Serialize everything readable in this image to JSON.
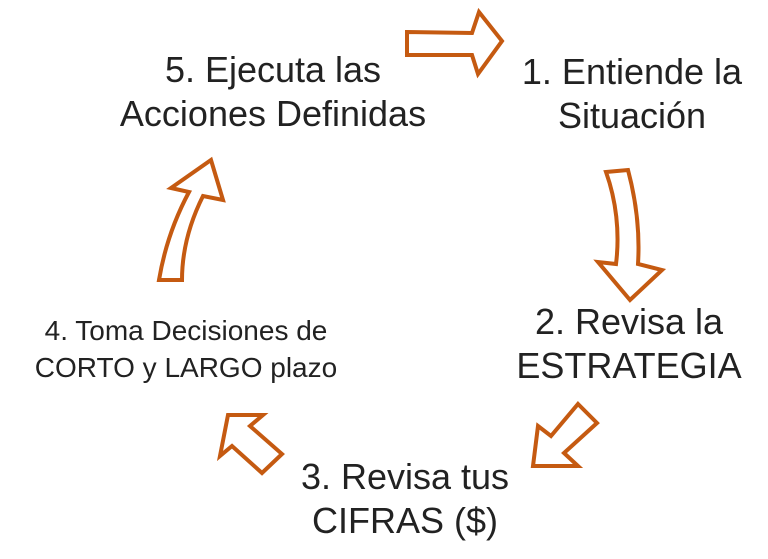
{
  "steps": [
    {
      "line1": "1. Entiende la",
      "line2": "Situación"
    },
    {
      "line1": "2. Revisa la",
      "line2": "ESTRATEGIA"
    },
    {
      "line1": "3. Revisa tus",
      "line2": "CIFRAS ($)"
    },
    {
      "line1": "4. Toma Decisiones de",
      "line2": "CORTO y LARGO plazo"
    },
    {
      "line1": "5. Ejecuta las",
      "line2": "Acciones Definidas"
    }
  ],
  "colors": {
    "arrow_stroke": "#C55A11",
    "text": "#222222",
    "background": "#ffffff"
  },
  "icons": [
    "arrow-right-icon",
    "arrow-down-icon",
    "arrow-down-left-icon",
    "arrow-up-left-icon",
    "arrow-up-icon"
  ]
}
